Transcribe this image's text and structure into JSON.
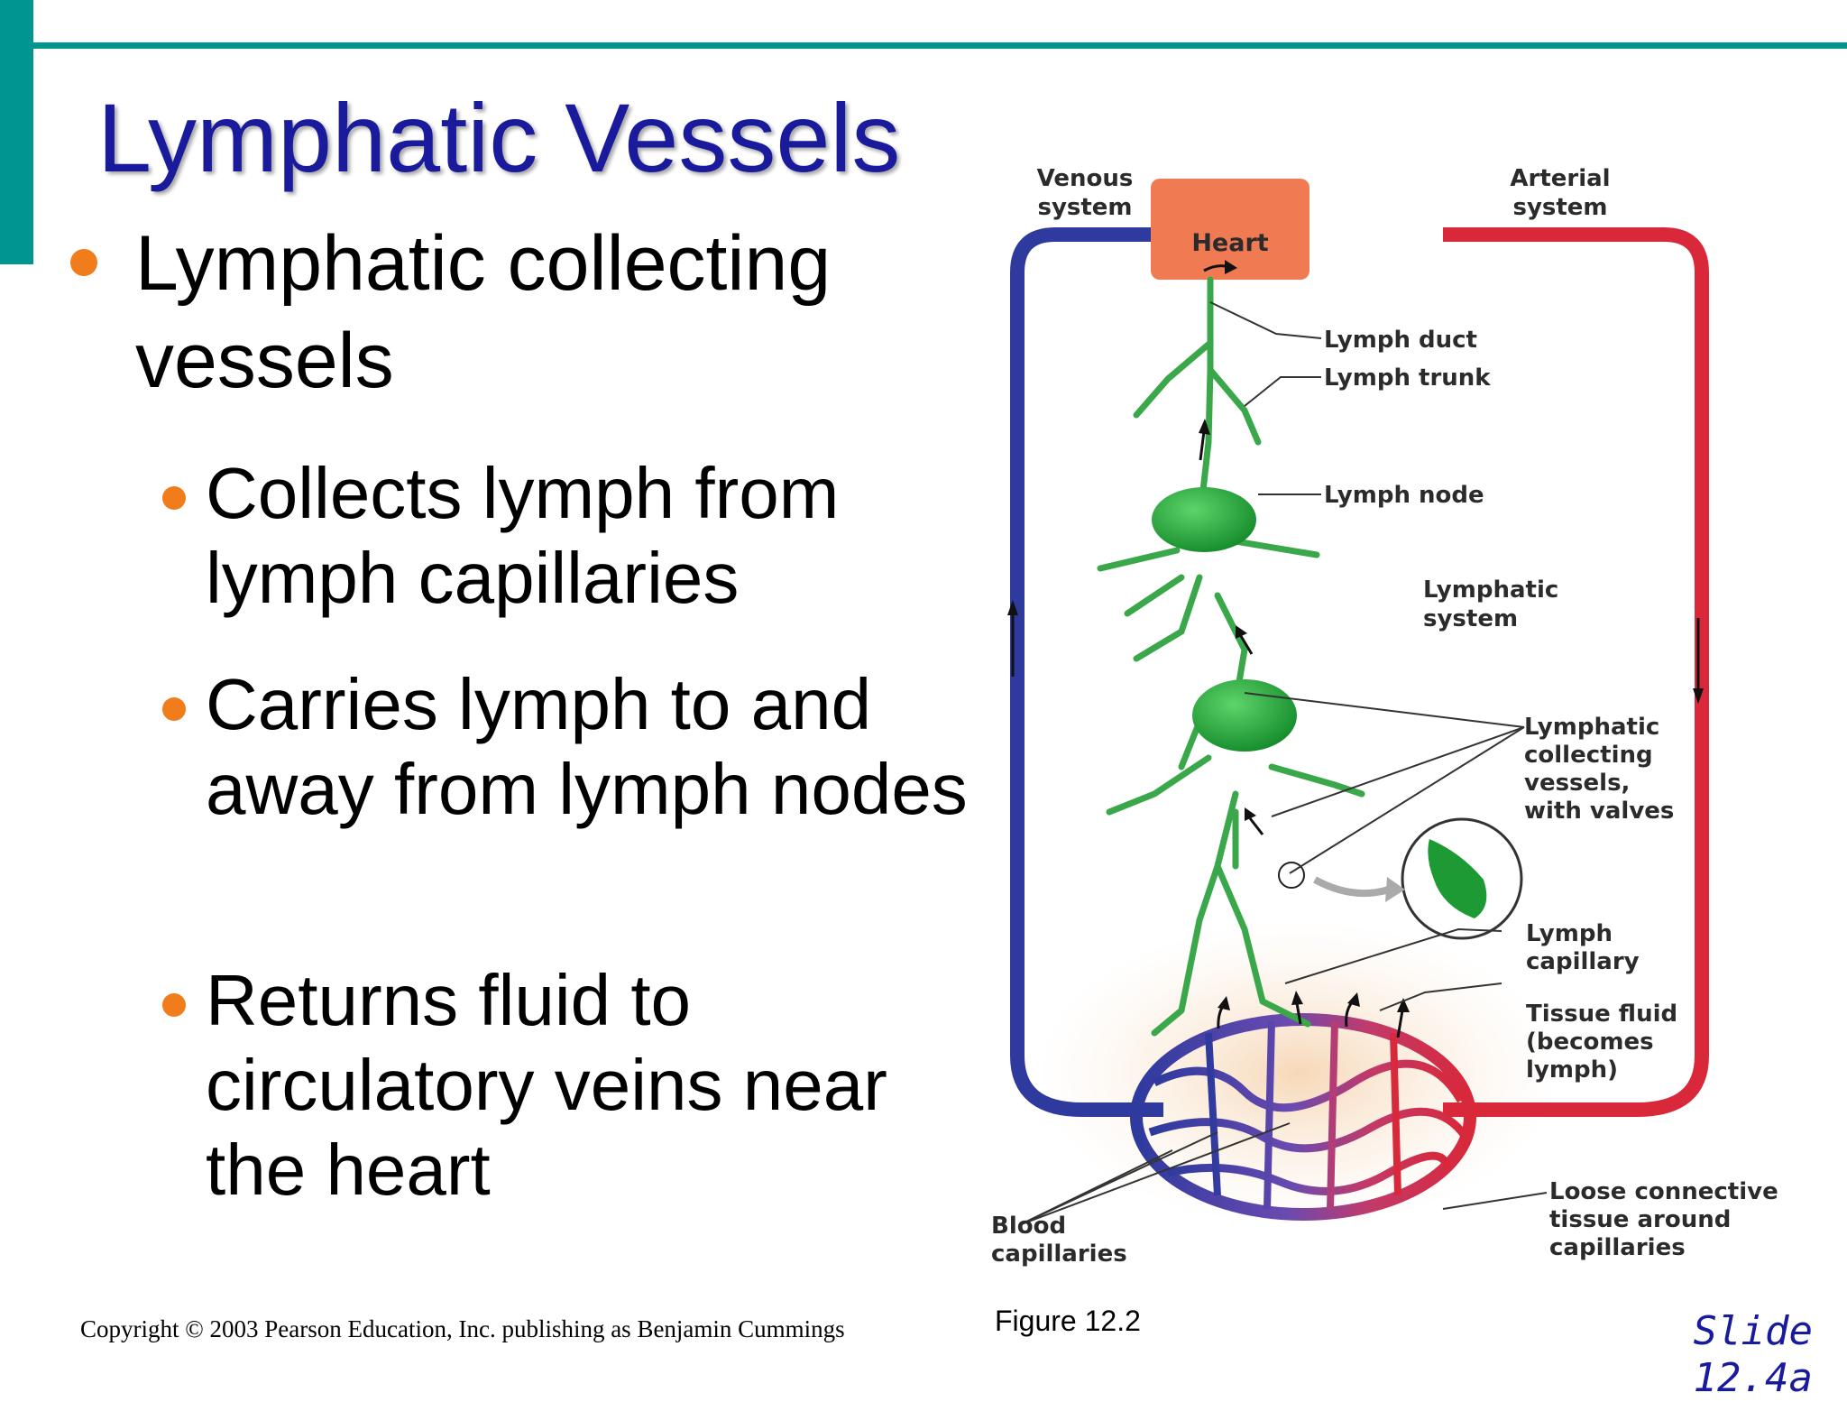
{
  "slide": {
    "title": "Lymphatic Vessels",
    "main_bullet": "Lymphatic collecting vessels",
    "sub_bullets": [
      "Collects lymph from lymph capillaries",
      "Carries lymph to and away from lymph nodes",
      "Returns fluid to circulatory veins near the heart"
    ],
    "copyright": "Copyright © 2003 Pearson Education, Inc. publishing as Benjamin Cummings",
    "figure_label": "Figure 12.2",
    "slide_number": "Slide 12.4a"
  },
  "diagram": {
    "labels": {
      "venous_1": "Venous",
      "venous_2": "system",
      "arterial_1": "Arterial",
      "arterial_2": "system",
      "heart": "Heart",
      "lymph_duct": "Lymph duct",
      "lymph_trunk": "Lymph trunk",
      "lymph_node": "Lymph node",
      "lymphatic_system_1": "Lymphatic",
      "lymphatic_system_2": "system",
      "collecting_1": "Lymphatic",
      "collecting_2": "collecting",
      "collecting_3": "vessels,",
      "collecting_4": "with valves",
      "lymph_capillary_1": "Lymph",
      "lymph_capillary_2": "capillary",
      "tissue_fluid_1": "Tissue fluid",
      "tissue_fluid_2": "(becomes",
      "tissue_fluid_3": "lymph)",
      "loose_1": "Loose connective",
      "loose_2": "tissue around",
      "loose_3": "capillaries",
      "blood_cap_1": "Blood",
      "blood_cap_2": "capillaries"
    },
    "colors": {
      "venous": "#2e3a9e",
      "arterial": "#d8283a",
      "heart": "#f07a52",
      "lymphatic": "#3aa84a",
      "node": "#1e9a34"
    }
  }
}
